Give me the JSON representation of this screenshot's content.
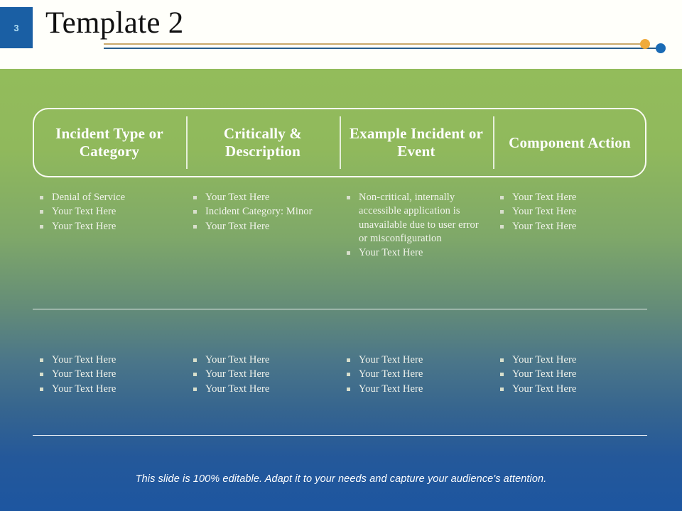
{
  "header": {
    "page_number": "3",
    "title": "Template 2",
    "decor": {
      "gold_line_color": "#C9A86A",
      "blue_line_color": "#2A5E8C",
      "gold_dot_color": "#F0AB3C",
      "blue_dot_color": "#1A6BB5",
      "badge_color": "#1A5FA4"
    }
  },
  "theme": {
    "gradient_top": "#93BC5B",
    "gradient_bottom": "#1D56A0",
    "text_color": "#F2F4EC",
    "bullet_color": "#D8DFCC"
  },
  "table": {
    "columns": [
      {
        "label": "Incident Type or Category"
      },
      {
        "label": "Critically & Description"
      },
      {
        "label": "Example Incident or Event"
      },
      {
        "label": "Component Action"
      }
    ],
    "rows": [
      {
        "cells": [
          [
            "Denial of Service",
            "Your Text Here",
            "Your Text Here"
          ],
          [
            "Your Text Here",
            "Incident Category: Minor",
            "Your Text Here"
          ],
          [
            "Non-critical, internally accessible application is unavailable due to user error or misconfiguration",
            "Your Text Here"
          ],
          [
            "Your Text Here",
            "Your Text Here",
            "Your Text Here"
          ]
        ]
      },
      {
        "cells": [
          [
            "Your Text Here",
            "Your Text Here",
            "Your Text Here"
          ],
          [
            "Your Text Here",
            "Your Text Here",
            "Your Text Here"
          ],
          [
            "Your Text Here",
            "Your Text Here",
            "Your Text Here"
          ],
          [
            "Your Text Here",
            "Your Text Here",
            "Your Text Here"
          ]
        ]
      }
    ]
  },
  "footer": {
    "note": "This slide is 100% editable. Adapt it to your needs and capture your audience's attention."
  }
}
